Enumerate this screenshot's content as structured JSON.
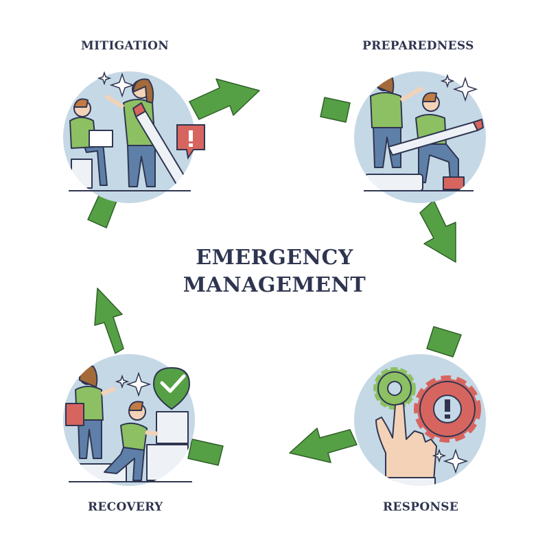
{
  "title": {
    "line1": "EMERGENCY",
    "line2": "MANAGEMENT"
  },
  "phases": [
    {
      "label": "MITIGATION",
      "icon": "people-planning-icon"
    },
    {
      "label": "PREPAREDNESS",
      "icon": "people-observing-icon"
    },
    {
      "label": "RESPONSE",
      "icon": "hand-gears-icon"
    },
    {
      "label": "RECOVERY",
      "icon": "people-stacking-blocks-icon"
    }
  ],
  "colors": {
    "circle": "#c5d8e6",
    "arrow": "#55a044",
    "arrow_outline": "#2e5e28",
    "shirt": "#8cc063",
    "pants": "#5e7fa8",
    "hair_woman": "#a36a3a",
    "hair_man": "#c27b45",
    "skin": "#f3d2b8",
    "alert": "#d7655f",
    "text": "#2f3550",
    "outline": "#2f3550"
  }
}
